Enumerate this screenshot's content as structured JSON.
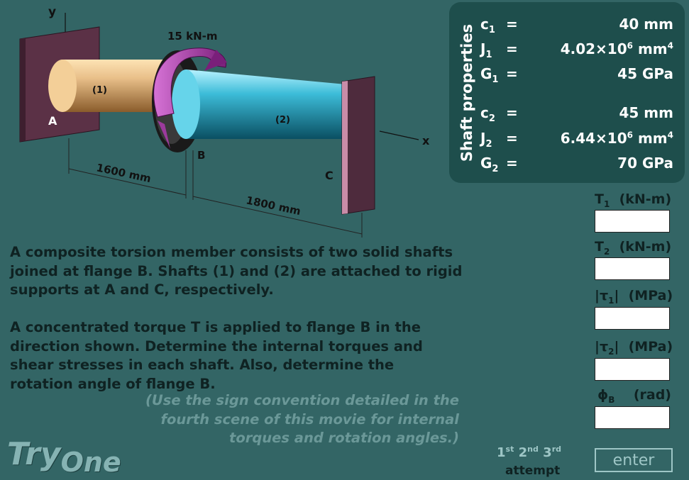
{
  "diagram": {
    "y_axis": "y",
    "x_axis": "x",
    "point_a": "A",
    "point_b": "B",
    "point_c": "C",
    "shaft1": "(1)",
    "shaft2": "(2)",
    "torque": "15 kN-m",
    "length1": "1600 mm",
    "length2": "1800 mm"
  },
  "properties": {
    "title": "Shaft properties",
    "rows": [
      {
        "sym": "c",
        "sub": "1",
        "eq": "=",
        "val": "40 mm"
      },
      {
        "sym": "J",
        "sub": "1",
        "eq": "=",
        "val_pre": "4.02×10",
        "val_sup": "6",
        "val_unit": " mm",
        "val_sup2": "4"
      },
      {
        "sym": "G",
        "sub": "1",
        "eq": "=",
        "val": "45 GPa"
      },
      {
        "sym": "c",
        "sub": "2",
        "eq": "=",
        "val": "45 mm"
      },
      {
        "sym": "J",
        "sub": "2",
        "eq": "=",
        "val_pre": "6.44×10",
        "val_sup": "6",
        "val_unit": " mm",
        "val_sup2": "4"
      },
      {
        "sym": "G",
        "sub": "2",
        "eq": "=",
        "val": "70 GPa"
      }
    ]
  },
  "problem": {
    "para1": "A composite torsion member consists of two solid shafts joined at flange B.  Shafts (1) and (2) are attached to rigid supports at A and C, respectively.",
    "para2": "A concentrated torque T is applied to flange B in the direction shown.  Determine the internal torques and shear stresses in each shaft.  Also, determine the rotation angle of flange B.",
    "hint": "(Use the sign convention detailed in the fourth scene of this movie for internal torques and rotation angles.)"
  },
  "fields": [
    {
      "sym": "T",
      "sub": "1",
      "unit": "(kN-m)",
      "value": ""
    },
    {
      "sym": "T",
      "sub": "2",
      "unit": "(kN-m)",
      "value": ""
    },
    {
      "sym": "|τ",
      "sub": "1",
      "post": "|",
      "unit": "(MPa)",
      "value": ""
    },
    {
      "sym": "|τ",
      "sub": "2",
      "post": "|",
      "unit": "(MPa)",
      "value": ""
    },
    {
      "sym": "ϕ",
      "sub": "B",
      "unit": "(rad)",
      "value": ""
    }
  ],
  "logo": {
    "try": "Try",
    "one": "One"
  },
  "attempts": {
    "first": "1",
    "first_sup": "st",
    "second": "2",
    "second_sup": "nd",
    "third": "3",
    "third_sup": "rd",
    "label": "attempt"
  },
  "enter_label": "enter"
}
